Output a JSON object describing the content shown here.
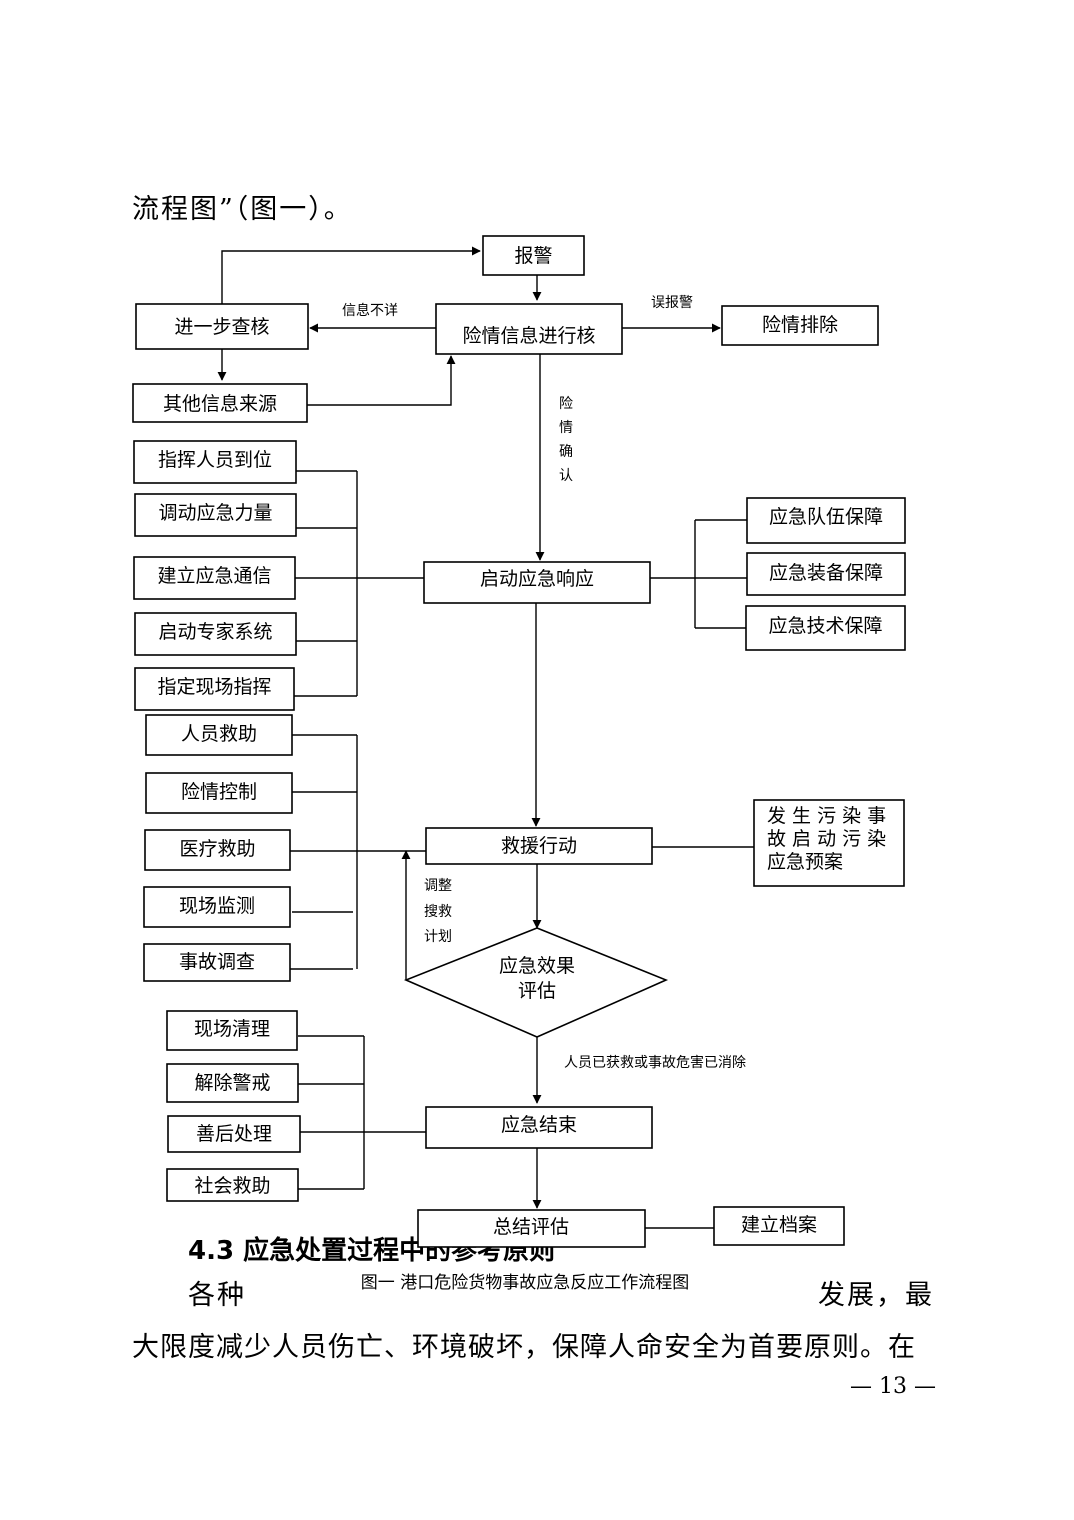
{
  "body": {
    "intro_tail": "流程图”（图一）。",
    "section_heading": "4.3 应急处置过程中的参考原则",
    "para_start": "各种",
    "para_end": "发展，最",
    "para_line2": "大限度减少人员伤亡、环境破坏，保障人命安全为首要原则。在",
    "page_number": "— 13 —"
  },
  "flowchart": {
    "caption": "图一  港口危险货物事故应急反应工作流程图",
    "nodes": {
      "alarm": "报警",
      "verify": "险情信息进行核",
      "further_check": "进一步查核",
      "other_sources": "其他信息来源",
      "danger_clear": "险情排除",
      "start_response": "启动应急响应",
      "rescue": "救援行动",
      "evaluate_l1": "应急效果",
      "evaluate_l2": "评估",
      "end": "应急结束",
      "summary": "总结评估",
      "archive": "建立档案",
      "pollution_l1": "发 生 污 染 事",
      "pollution_l2": "故 启 动 污 染",
      "pollution_l3": "应急预案"
    },
    "edge_labels": {
      "info_unclear": "信息不详",
      "false_alarm": "误报警",
      "confirm": [
        "险",
        "情",
        "确",
        "认"
      ],
      "adjust": [
        "调整",
        "搜救",
        "计划"
      ],
      "done": "人员已获救或事故危害已消除"
    },
    "command_group": [
      "指挥人员到位",
      "调动应急力量",
      "建立应急通信",
      "启动专家系统",
      "指定现场指挥"
    ],
    "support_group": [
      "应急队伍保障",
      "应急装备保障",
      "应急技术保障"
    ],
    "rescue_group": [
      "人员救助",
      "险情控制",
      "医疗救助",
      "现场监测",
      "事故调查"
    ],
    "end_group": [
      "现场清理",
      "解除警戒",
      "善后处理",
      "社会救助"
    ]
  }
}
